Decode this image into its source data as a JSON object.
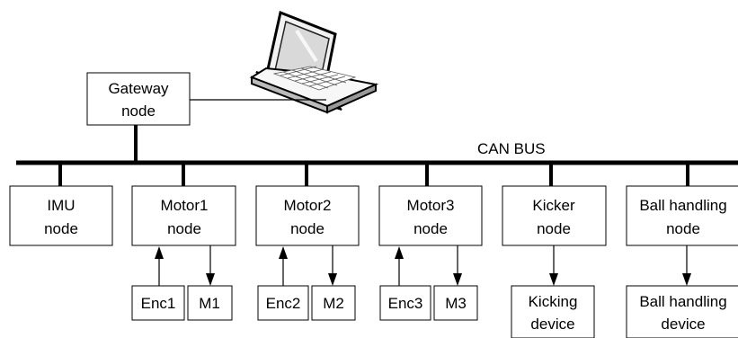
{
  "bus_label": "CAN BUS",
  "gateway": {
    "line1": "Gateway",
    "line2": "node"
  },
  "nodes": [
    {
      "line1": "IMU",
      "line2": "node"
    },
    {
      "line1": "Motor1",
      "line2": "node"
    },
    {
      "line1": "Motor2",
      "line2": "node"
    },
    {
      "line1": "Motor3",
      "line2": "node"
    },
    {
      "line1": "Kicker",
      "line2": "node"
    },
    {
      "line1": "Ball handling",
      "line2": "node"
    }
  ],
  "peripherals": [
    {
      "label": "Enc1"
    },
    {
      "label": "M1"
    },
    {
      "label": "Enc2"
    },
    {
      "label": "M2"
    },
    {
      "label": "Enc3"
    },
    {
      "label": "M3"
    }
  ],
  "devices": [
    {
      "line1": "Kicking",
      "line2": "device"
    },
    {
      "line1": "Ball handling",
      "line2": "device"
    }
  ],
  "icons": {
    "laptop": "laptop-icon"
  }
}
